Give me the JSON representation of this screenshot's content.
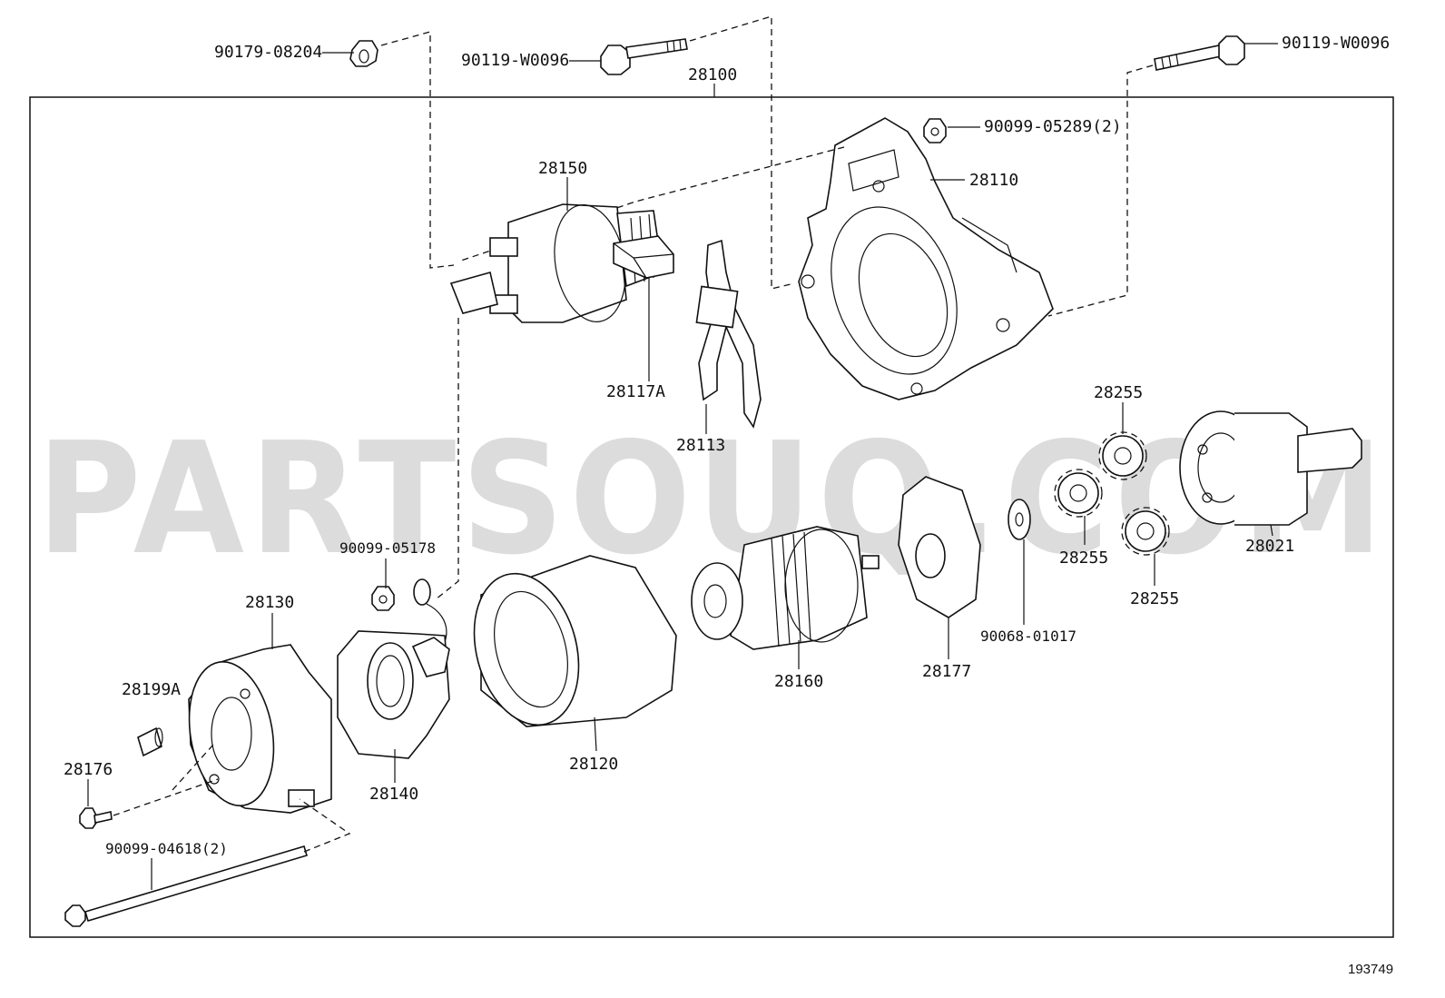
{
  "diagram": {
    "watermark": "PARTSOUQ.COM",
    "reference_number": "193749",
    "labels": {
      "p90179_08204": "90179-08204",
      "p90119_w0096_left": "90119-W0096",
      "p90119_w0096_right": "90119-W0096",
      "p28100": "28100",
      "p90099_05289": "90099-05289(2)",
      "p28150": "28150",
      "p28110": "28110",
      "p28117a": "28117A",
      "p28113": "28113",
      "p28255_top": "28255",
      "p28255_mid": "28255",
      "p28255_bot": "28255",
      "p28021": "28021",
      "p90099_05178": "90099-05178",
      "p28130": "28130",
      "p28199a": "28199A",
      "p28176": "28176",
      "p28140": "28140",
      "p28120": "28120",
      "p28160": "28160",
      "p28177": "28177",
      "p90068_01017": "90068-01017",
      "p90099_04618": "90099-04618(2)"
    }
  }
}
